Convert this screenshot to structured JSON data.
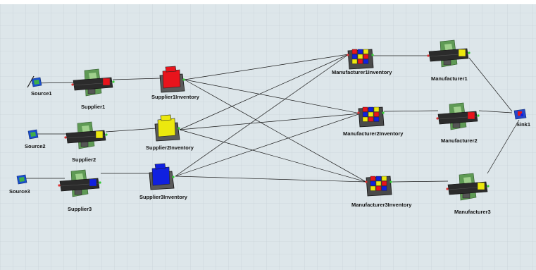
{
  "model": {
    "sources": [
      {
        "id": "source1",
        "label": "Source1"
      },
      {
        "id": "source2",
        "label": "Source2"
      },
      {
        "id": "source3",
        "label": "Source3"
      }
    ],
    "suppliers": [
      {
        "id": "supplier1",
        "label": "Supplier1",
        "item_color": "#e8141c"
      },
      {
        "id": "supplier2",
        "label": "Supplier2",
        "item_color": "#ece80e"
      },
      {
        "id": "supplier3",
        "label": "Supplier3",
        "item_color": "#1020e0"
      }
    ],
    "supplier_inventories": [
      {
        "id": "supplier1-inventory",
        "label": "Supplier1Inventory",
        "color": "#e8141c"
      },
      {
        "id": "supplier2-inventory",
        "label": "Supplier2Inventory",
        "color": "#ece80e"
      },
      {
        "id": "supplier3-inventory",
        "label": "Supplier3Inventory",
        "color": "#1020e0"
      }
    ],
    "manufacturer_inventories": [
      {
        "id": "manufacturer1-inventory",
        "label": "Manufacturer1Inventory"
      },
      {
        "id": "manufacturer2-inventory",
        "label": "Manufacturer2Inventory"
      },
      {
        "id": "manufacturer3-inventory",
        "label": "Manufacturer3Inventory"
      }
    ],
    "manufacturers": [
      {
        "id": "manufacturer1",
        "label": "Manufacturer1",
        "item_color": "#ece80e"
      },
      {
        "id": "manufacturer2",
        "label": "Manufacturer2",
        "item_color": "#e8141c"
      },
      {
        "id": "manufacturer3",
        "label": "Manufacturer3",
        "item_color": "#ece80e"
      }
    ],
    "sink": {
      "id": "sink1",
      "label": "Sink1"
    }
  },
  "colors": {
    "floor": "#dde6ea",
    "grid": "#c9d4d9",
    "connector": "#1a1a1a",
    "machine_green": "#5f9a55",
    "conveyor": "#2b2b2b",
    "red": "#e8141c",
    "yellow": "#ece80e",
    "blue": "#1020e0"
  }
}
